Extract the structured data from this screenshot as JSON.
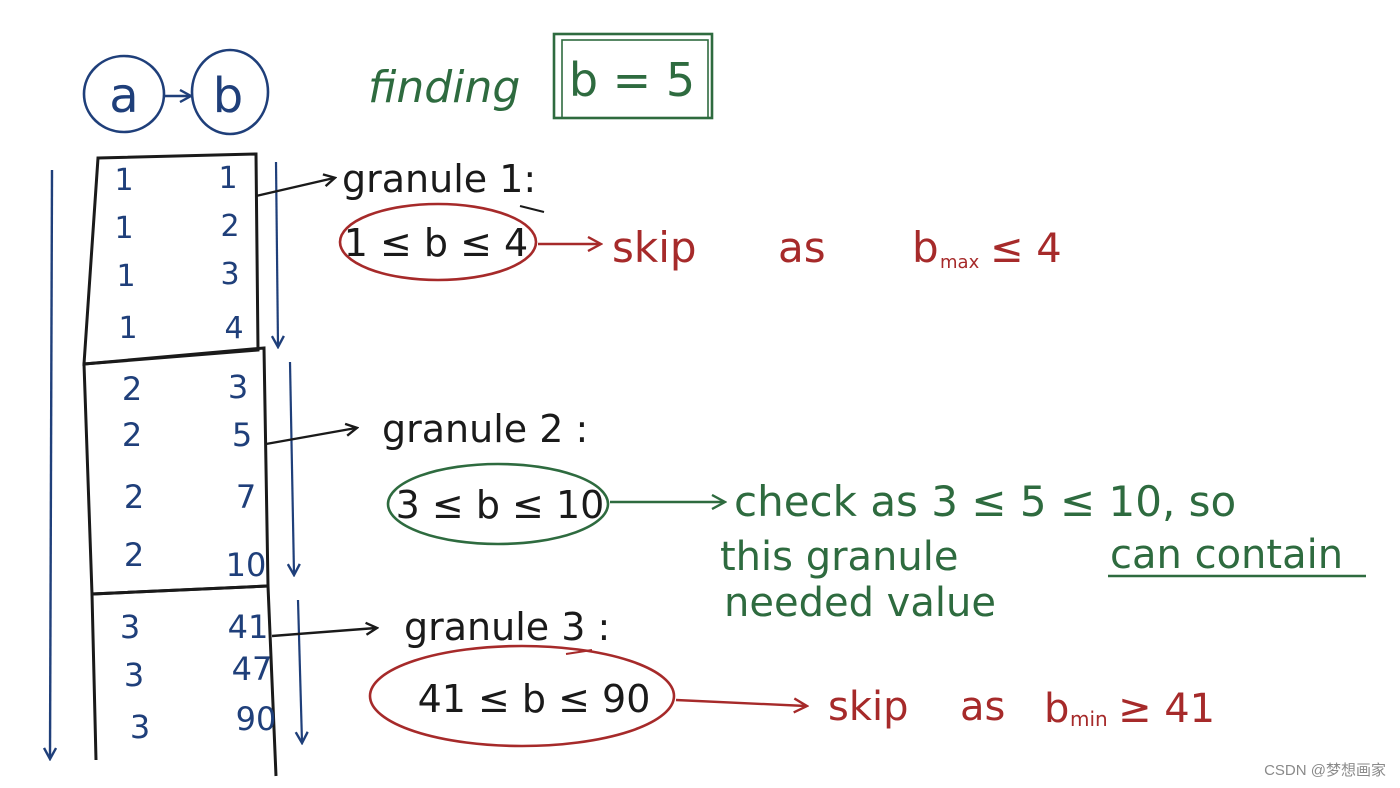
{
  "colors": {
    "ink_blue": "#1f3f7a",
    "ink_black": "#1a1a1a",
    "ink_green": "#2e6b3f",
    "ink_red": "#a62a2a"
  },
  "columns": {
    "a": "a",
    "b": "b"
  },
  "query": {
    "label": "finding",
    "condition": "b = 5"
  },
  "rows": {
    "granule1": {
      "a": [
        "1",
        "1",
        "1",
        "1"
      ],
      "b": [
        "1",
        "2",
        "3",
        "4"
      ]
    },
    "granule2": {
      "a": [
        "2",
        "2",
        "2",
        "2"
      ],
      "b": [
        "3",
        "5",
        "7",
        "10"
      ]
    },
    "granule3": {
      "a": [
        "3",
        "3",
        "3"
      ],
      "b": [
        "41",
        "47",
        "90"
      ]
    }
  },
  "granules": [
    {
      "label": "granule 1:",
      "range": "1 ≤ b ≤ 4",
      "decision": "skip",
      "note_prefix": "as",
      "note_var": "b",
      "note_sub": "max",
      "note_rest": "≤ 4"
    },
    {
      "label": "granule 2 :",
      "range": "3 ≤ b ≤ 10",
      "decision": "check",
      "note_line1": "check as 3 ≤ 5 ≤ 10, so",
      "note_line2_a": "this granule",
      "note_line2_b": "can contain",
      "note_line3": "needed value"
    },
    {
      "label": "granule 3 :",
      "range": "41 ≤ b ≤ 90",
      "decision": "skip",
      "note_prefix": "as",
      "note_var": "b",
      "note_sub": "min",
      "note_rest": "≥ 41"
    }
  ],
  "watermark": "CSDN @梦想画家"
}
